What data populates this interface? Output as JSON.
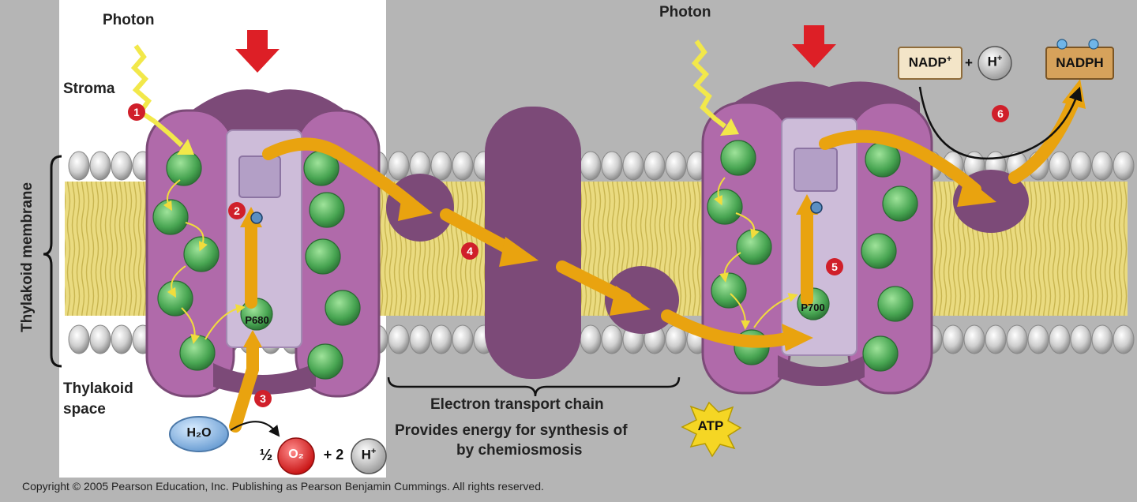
{
  "labels": {
    "photon_left": "Photon",
    "photon_right": "Photon",
    "stroma": "Stroma",
    "thylakoid_membrane": "Thylakoid membrane",
    "thylakoid_space_line1": "Thylakoid",
    "thylakoid_space_line2": "space",
    "etc": "Electron transport chain",
    "energy_line1": "Provides energy for synthesis of",
    "energy_line2": "by chemiosmosis",
    "atp": "ATP",
    "p680": "P680",
    "p700": "P700",
    "nadp": "NADP",
    "nadp_sup": "+",
    "plus": "+",
    "h": "H",
    "h_sup": "+",
    "nadph": "NADPH",
    "h2o": "H₂O",
    "half": "½",
    "o2": "O₂",
    "plus_two": "+ 2",
    "copyright": "Copyright © 2005 Pearson Education, Inc. Publishing as Pearson Benjamin Cummings. All rights reserved."
  },
  "steps": [
    "1",
    "2",
    "3",
    "4",
    "5",
    "6"
  ],
  "colors": {
    "background": "#b5b5b5",
    "highlight_panel": "#ffffff",
    "protein": "#7c4a78",
    "photosystem": "#b06aaa",
    "reaction_center": "#cdbcd9",
    "pigment": "#4fae5a",
    "arrow": "#e9a30f",
    "photon": "#f2e84a",
    "down_arrow": "#dd1f26",
    "step_marker": "#d01f2a",
    "membrane_tail": "#e9d97b",
    "head": "#d7d7d7"
  }
}
